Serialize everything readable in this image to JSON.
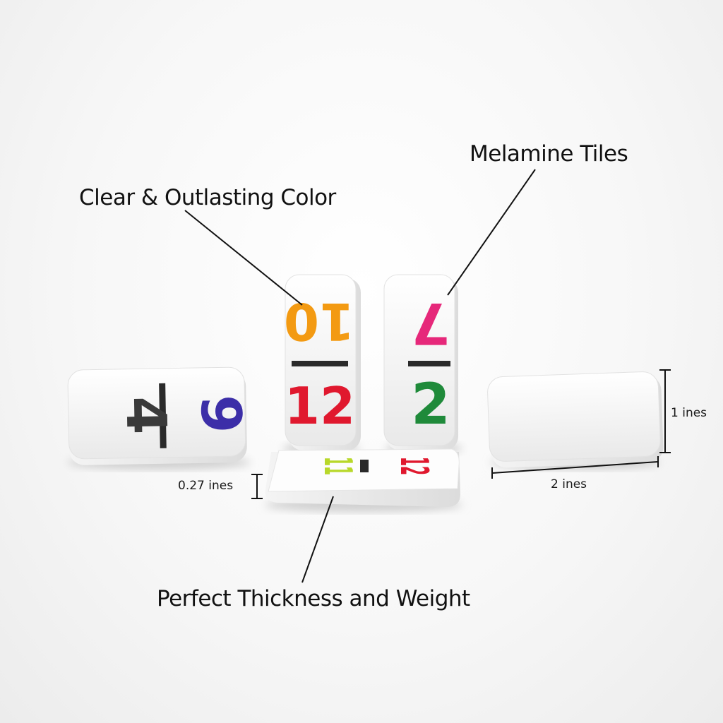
{
  "callouts": {
    "color": "Clear & Outlasting Color",
    "melamine": "Melamine Tiles",
    "thickness": "Perfect Thickness and Weight"
  },
  "dimensions": {
    "height": "1 ines",
    "width": "2 ines",
    "thickness": "0.27 ines"
  },
  "tiles": {
    "left": {
      "a": "4",
      "b": "9",
      "color_a": "#3a3a3a",
      "color_b": "#3c2ea8"
    },
    "center_left": {
      "top": "10",
      "bottom": "12",
      "color_top": "#f39a12",
      "color_bottom": "#e0182e"
    },
    "center_right": {
      "top": "7",
      "bottom": "2",
      "color_top": "#e6287a",
      "color_bottom": "#1f8a3a"
    },
    "front_flat": {
      "a": "11",
      "b": "12",
      "color_a": "#b8d82a",
      "color_b": "#e0182e"
    }
  },
  "colors": {
    "tile_face": "#fbfbfb",
    "divider": "#2a2a2a",
    "line": "#111111"
  }
}
